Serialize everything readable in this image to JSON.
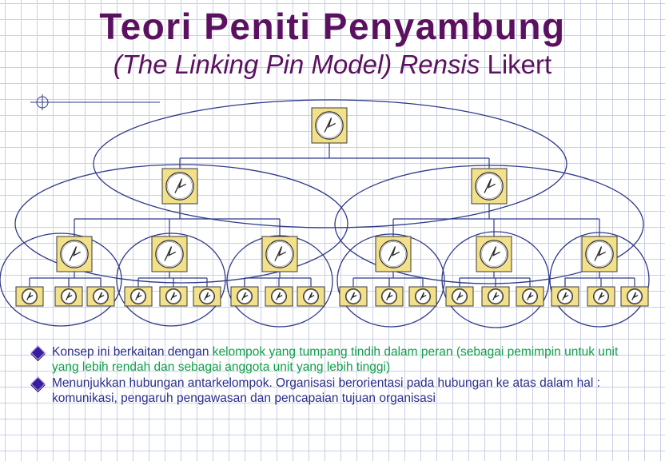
{
  "title": "Teori Peniti Penyambung",
  "subtitle": {
    "italic": "(The Linking Pin Model) Rensis",
    "plain": "Likert"
  },
  "colors": {
    "title": "#5b1160",
    "box_fill": "#f2e08a",
    "line": "#2f3a88",
    "bullet_text": "#2a2f8a",
    "highlight_text": "#10a04a"
  },
  "icons": {
    "node": "clock-face-icon",
    "bullet": "diamond-bullet-icon"
  },
  "bullets": [
    {
      "prefix": "Konsep ini berkaitan dengan ",
      "highlight": "kelompok yang tumpang tindih dalam peran (sebagai pemimpin untuk unit yang lebih rendah dan sebagai anggota unit yang lebih tinggi)"
    },
    {
      "text": "Menunjukkan hubungan antarkelompok. Organisasi berorientasi pada hubungan ke atas dalam hal : komunikasi, pengaruh pengawasan dan pencapaian tujuan organisasi"
    }
  ]
}
